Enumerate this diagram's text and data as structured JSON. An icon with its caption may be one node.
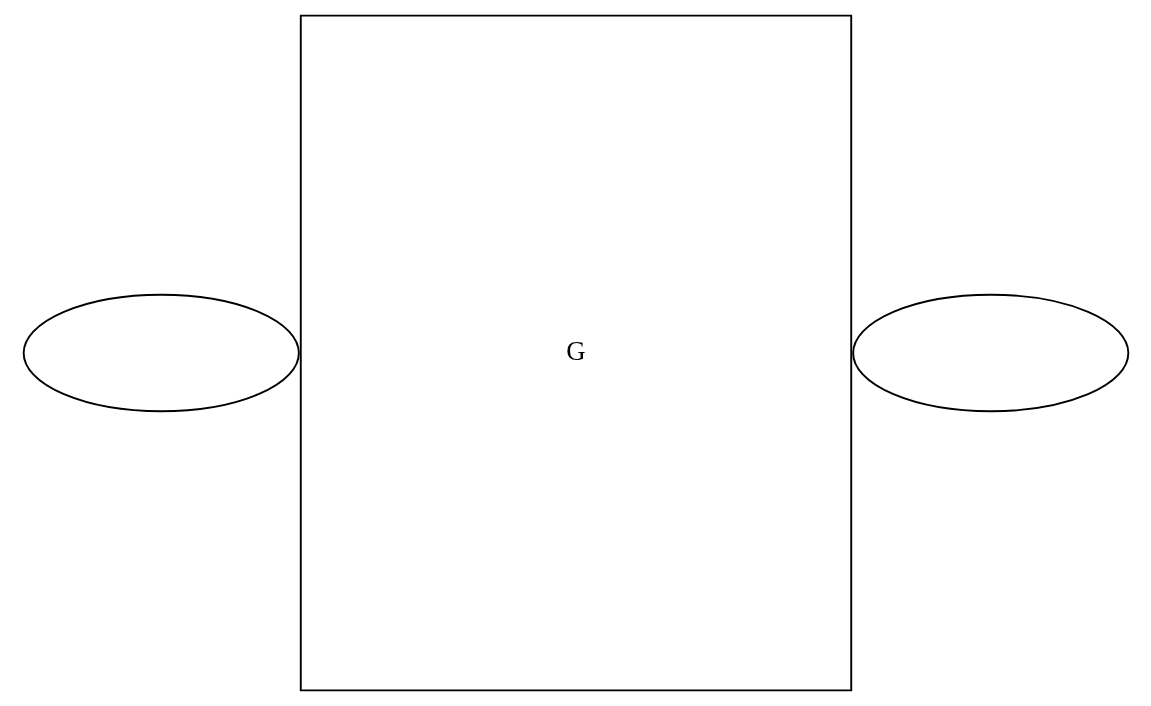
{
  "diagram": {
    "nodes": [
      {
        "text": [],
        "shape": "ellipse"
      },
      {
        "text": [
          "G"
        ]
      },
      {
        "text": [],
        "shape": "ellipse"
      }
    ]
  }
}
